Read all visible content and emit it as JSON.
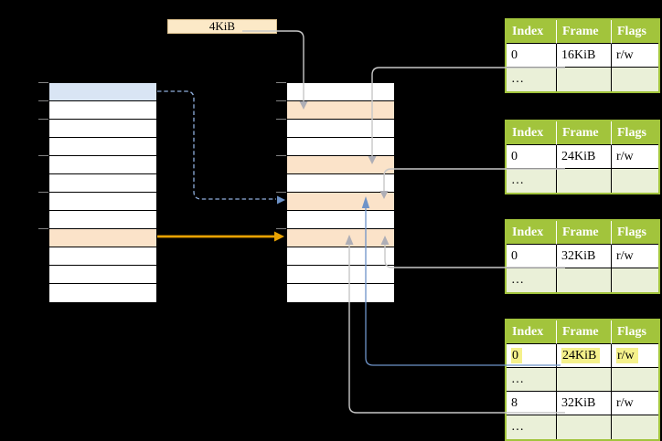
{
  "page_size_label": {
    "text": "4KiB"
  },
  "colors": {
    "header_green": "#A2C43C",
    "row_green": "#EAF0D8",
    "peach": "#FBE3C9",
    "blue_row": "#D9E5F4",
    "cream": "#FCE9C7",
    "cream_border": "#D9BE8C",
    "highlight_yellow": "#F5F18B",
    "arrow_gray": "#C7C7C7",
    "arrowhead_gray": "#AEAEB6",
    "arrow_blue": "#6E93C8",
    "arrow_dashed_blue": "#8FAEDC",
    "arrow_orange": "#E8A202"
  },
  "memory_columns": {
    "left": {
      "row_count": 12,
      "highlighted_rows": {
        "0": "blue",
        "8": "peach"
      },
      "tick_rows": [
        0,
        1,
        2,
        4,
        6,
        8
      ]
    },
    "middle": {
      "row_count": 12,
      "highlighted_rows": {
        "1": "peach",
        "4": "peach",
        "6": "peach",
        "8": "peach"
      },
      "tick_rows": [
        0,
        1,
        2,
        4,
        6,
        8
      ]
    }
  },
  "page_tables": {
    "columns": [
      "Index",
      "Frame",
      "Flags"
    ],
    "tables": [
      {
        "id": "page-table-16kib",
        "rows": [
          {
            "variant": "value",
            "cells": [
              "0",
              "16KiB",
              "r/w"
            ]
          },
          {
            "variant": "ellipsis",
            "cells": [
              "…",
              "",
              ""
            ]
          }
        ]
      },
      {
        "id": "page-table-24kib",
        "rows": [
          {
            "variant": "value",
            "cells": [
              "0",
              "24KiB",
              "r/w"
            ]
          },
          {
            "variant": "ellipsis",
            "cells": [
              "…",
              "",
              ""
            ]
          }
        ]
      },
      {
        "id": "page-table-32kib",
        "rows": [
          {
            "variant": "value",
            "cells": [
              "0",
              "32KiB",
              "r/w"
            ]
          },
          {
            "variant": "ellipsis",
            "cells": [
              "…",
              "",
              ""
            ]
          }
        ]
      },
      {
        "id": "page-table-deep",
        "rows": [
          {
            "variant": "value",
            "cells": [
              {
                "text": "0",
                "highlight": true
              },
              {
                "text": "24KiB",
                "highlight": true
              },
              {
                "text": "r/w",
                "highlight": true
              }
            ]
          },
          {
            "variant": "ellipsis",
            "cells": [
              "…",
              "",
              ""
            ]
          },
          {
            "variant": "value",
            "cells": [
              "8",
              "32KiB",
              "r/w"
            ]
          },
          {
            "variant": "ellipsis",
            "cells": [
              "…",
              "",
              ""
            ]
          }
        ]
      }
    ]
  },
  "connectors": [
    {
      "id": "page-size-to-middle-row-2",
      "from": "page-size-label",
      "to": "middle-row-2",
      "style": "gray"
    },
    {
      "id": "pt16-row0-to-middle-row-5",
      "from": "page-table-16kib-row-0",
      "to": "middle-row-5",
      "style": "gray"
    },
    {
      "id": "pt24-row0-to-middle-row-7",
      "from": "page-table-24kib-row-0",
      "to": "middle-row-7",
      "style": "gray"
    },
    {
      "id": "pt32-row0-to-middle-row-9",
      "from": "page-table-32kib-row-0",
      "to": "middle-row-9",
      "style": "gray"
    },
    {
      "id": "deep-row0-to-middle-row-7",
      "from": "page-table-deep-row-0",
      "to": "middle-row-7",
      "style": "blue"
    },
    {
      "id": "deep-row8-to-middle-row-9",
      "from": "page-table-deep-row-8",
      "to": "middle-row-9",
      "style": "gray"
    },
    {
      "id": "left-row0-to-middle-row-7",
      "from": "left-row-0",
      "to": "middle-row-7",
      "style": "dashed-blue"
    },
    {
      "id": "left-row8-to-middle-row-9",
      "from": "left-row-8",
      "to": "middle-row-9",
      "style": "orange"
    }
  ]
}
